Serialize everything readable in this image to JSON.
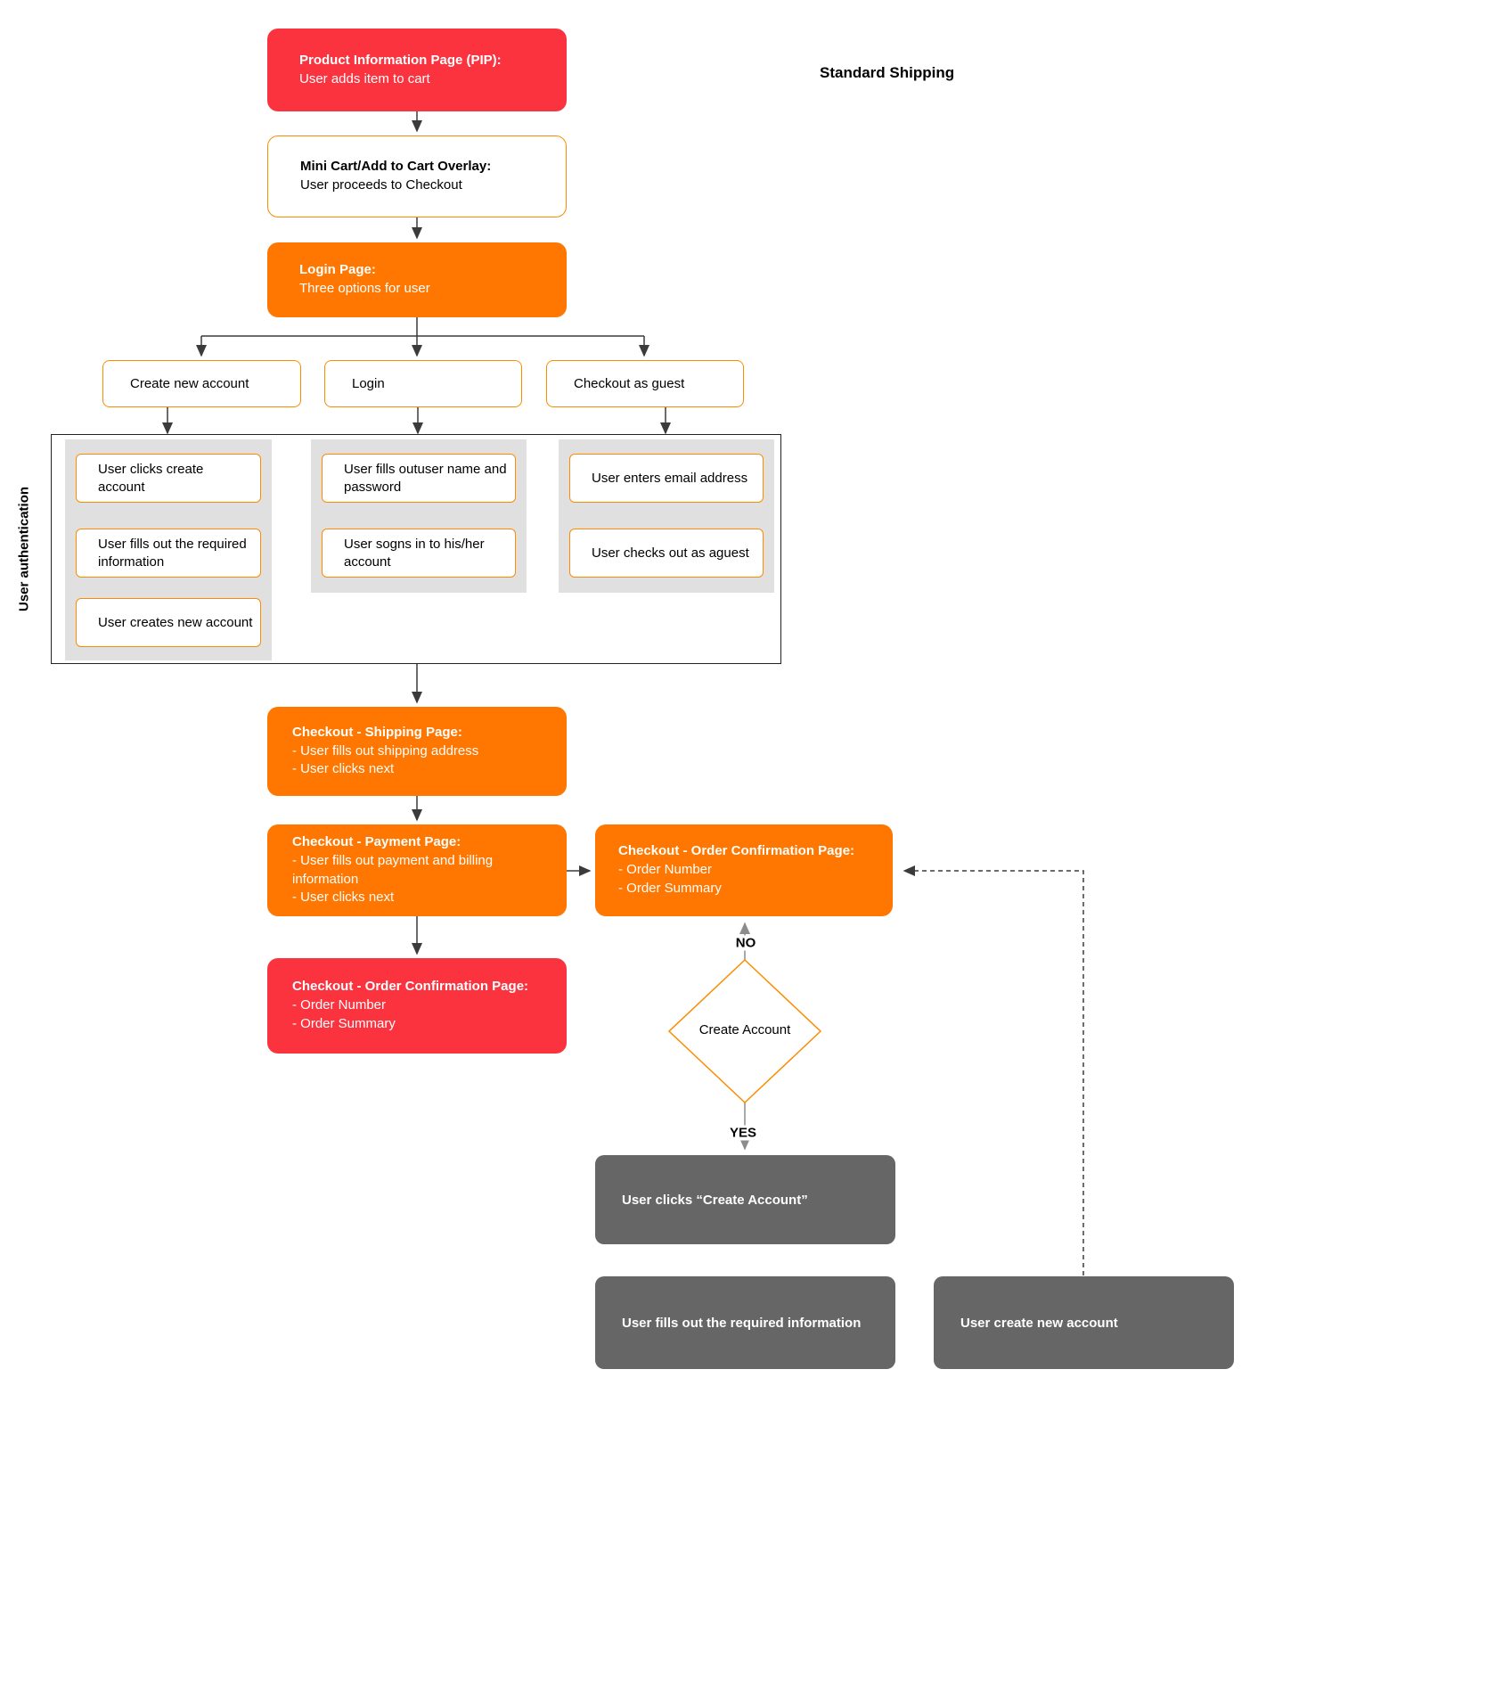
{
  "title": "Standard Shipping",
  "auth_section_label": "User authentication",
  "colors": {
    "red": "#FB333F",
    "orange": "#FF7700",
    "orange_border": "#FB8C00",
    "panel_gray": "#E0E0E0",
    "dark_gray": "#666666",
    "connector": "#3B3B3B",
    "connector_gray": "#8C8C8C"
  },
  "nodes": {
    "pip": {
      "title": "Product Information Page (PIP):",
      "body": "User adds item to cart"
    },
    "mini_cart": {
      "title": "Mini Cart/Add to Cart Overlay:",
      "body": "User proceeds to Checkout"
    },
    "login_page": {
      "title": "Login Page:",
      "body": "Three options for user"
    },
    "option_create": "Create new account",
    "option_login": "Login",
    "option_guest": "Checkout as guest",
    "auth_create_steps": [
      "User clicks create account",
      "User fills out the required information",
      "User creates new account"
    ],
    "auth_login_steps": [
      "User fills outuser name and password",
      "User sogns in to his/her account"
    ],
    "auth_guest_steps": [
      "User enters email address",
      "User checks out as aguest"
    ],
    "shipping": {
      "title": "Checkout - Shipping Page:",
      "line1": "- User fills out shipping address",
      "line2": "- User clicks next"
    },
    "payment": {
      "title": "Checkout - Payment Page:",
      "line1": "- User fills out payment and billing information",
      "line2": "- User clicks next"
    },
    "confirmation_right": {
      "title": "Checkout - Order Confirmation Page:",
      "line1": "- Order Number",
      "line2": "- Order Summary"
    },
    "confirmation_main": {
      "title": "Checkout - Order Confirmation Page:",
      "line1": "- Order Number",
      "line2": "- Order Summary"
    },
    "decision": {
      "label": "Create Account",
      "no_label": "NO",
      "yes_label": "YES"
    },
    "post_click": "User clicks “Create Account”",
    "post_fill": "User fills out the required information",
    "post_create": "User create new account"
  }
}
